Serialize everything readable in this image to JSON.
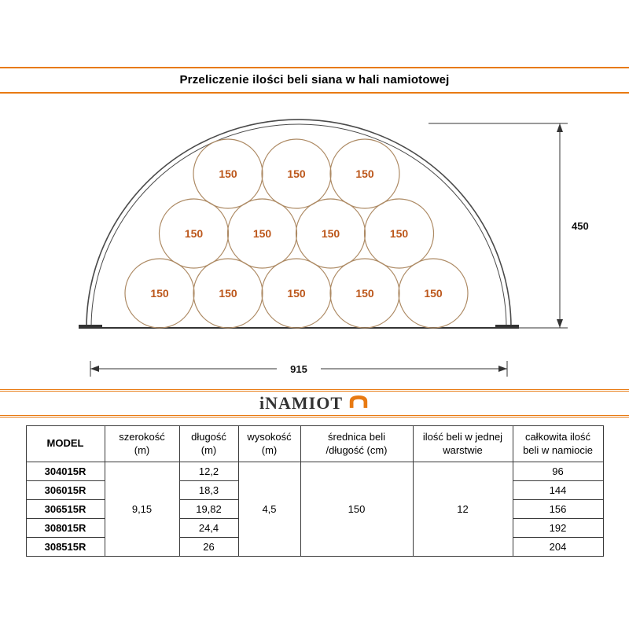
{
  "colors": {
    "accent": "#e87a12",
    "bale_label": "#bc571b",
    "bale_stroke": "#ad8a64",
    "drawing_line": "#3a3a3a"
  },
  "title": "Przeliczenie ilości beli siana w hali namiotowej",
  "diagram": {
    "bale_label": "150",
    "height_label": "450",
    "width_label": "915",
    "bale_rows": [
      5,
      4,
      3
    ]
  },
  "logo": {
    "text": "iNAMIOT"
  },
  "table": {
    "headers": [
      {
        "line1": "MODEL",
        "line2": ""
      },
      {
        "line1": "szerokość",
        "line2": "(m)"
      },
      {
        "line1": "długość",
        "line2": "(m)"
      },
      {
        "line1": "wysokość",
        "line2": "(m)"
      },
      {
        "line1": "średnica beli",
        "line2": "/długość (cm)"
      },
      {
        "line1": "ilość beli w jednej",
        "line2": "warstwie"
      },
      {
        "line1": "całkowita ilość",
        "line2": "beli w namiocie"
      }
    ],
    "merged": {
      "szerokosc": "9,15",
      "wysokosc": "4,5",
      "srednica": "150",
      "warstwa": "12"
    },
    "rows": [
      {
        "model": "304015R",
        "dlugosc": "12,2",
        "total": "96"
      },
      {
        "model": "306015R",
        "dlugosc": "18,3",
        "total": "144"
      },
      {
        "model": "306515R",
        "dlugosc": "19,82",
        "total": "156"
      },
      {
        "model": "308015R",
        "dlugosc": "24,4",
        "total": "192"
      },
      {
        "model": "308515R",
        "dlugosc": "26",
        "total": "204"
      }
    ]
  }
}
